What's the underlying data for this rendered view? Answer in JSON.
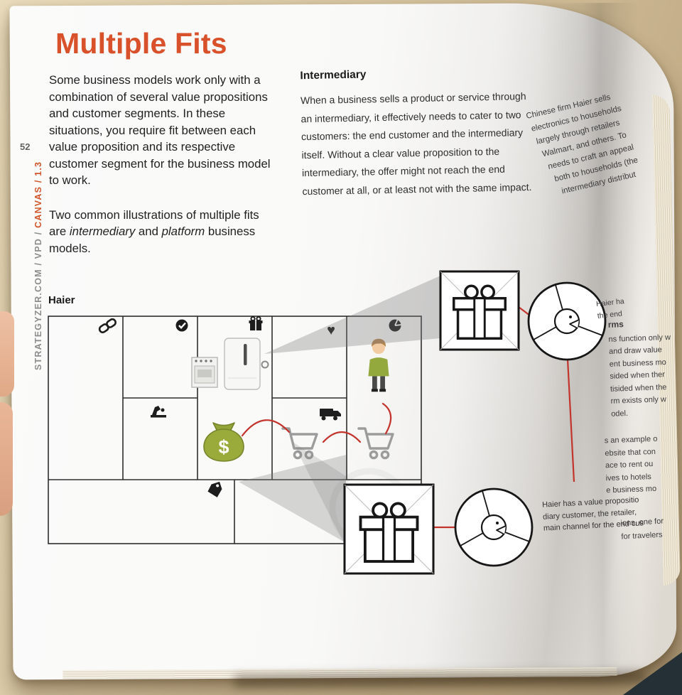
{
  "page": {
    "number": "52",
    "spine_gray": "STRATEGYZER.COM / VPD / ",
    "spine_orange": "CANVAS / 1.3",
    "title": "Multiple Fits",
    "intro_paragraph": "Some business models work only with a combination of several value propositions and customer segments. In these situations, you require fit between each value proposition and its respective customer segment for the business model to work.",
    "second_paragraph": {
      "pre": "Two common illustrations of multiple fits are ",
      "italic1": "intermediary",
      "mid": " and ",
      "italic2": "platform",
      "post": " business models."
    }
  },
  "intermediary": {
    "heading": "Intermediary",
    "body": "When a business sells a product or service through an intermediary, it effectively needs to cater to two customers: the end customer and the intermediary itself. Without a clear value proposition to the intermediary, the offer might not reach the end customer at all, or at least not with the same impact."
  },
  "diagram": {
    "label": "Haier",
    "glyphs": {
      "heart": "♥",
      "dollar": "$"
    },
    "accent_red": "#c2342c",
    "bag_green": "#9aab3c"
  },
  "right_page": {
    "note_top": [
      "Chinese firm Haier sells",
      "electronics to households",
      "largely through retailers",
      "Walmart, and others. To",
      "needs to craft an appeal",
      "both to households (the",
      "intermediary distribut"
    ],
    "near_circle": [
      "Haier ha",
      "the end"
    ],
    "platforms_heading": "rms",
    "platforms_lines": [
      "ns function only w",
      "and draw value",
      "ent business mo",
      "sided when ther",
      "tisided when the",
      "rm exists only w",
      "odel."
    ],
    "example_lines": [
      "s an example o",
      "ebsite that con",
      "ace to rent ou",
      "ives to hotels",
      "e business mo"
    ],
    "caption_lines": [
      "Haier has a value propositio",
      "diary customer, the retailer,",
      "main channel for the end cus"
    ],
    "travelers_lines": [
      "ions, one for",
      "for travelers"
    ]
  }
}
